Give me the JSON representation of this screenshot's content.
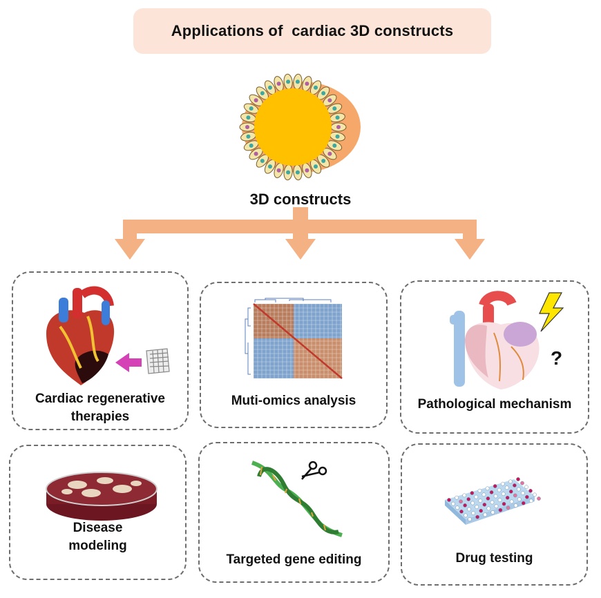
{
  "title": "Applications of  cardiac 3D constructs",
  "center_label": "3D constructs",
  "applications": [
    {
      "label_lines": [
        "Cardiac regenerative",
        "therapies"
      ],
      "icon": "heart-patch-icon"
    },
    {
      "label_lines": [
        "Muti-omics analysis"
      ],
      "icon": "heatmap-icon"
    },
    {
      "label_lines": [
        "Pathological mechanism"
      ],
      "icon": "diseased-heart-icon"
    },
    {
      "label_lines": [
        "Disease",
        "modeling"
      ],
      "icon": "petri-dish-icon"
    },
    {
      "label_lines": [
        "Targeted gene editing"
      ],
      "icon": "dna-scissors-icon"
    },
    {
      "label_lines": [
        "Drug testing"
      ],
      "icon": "well-plate-icon"
    }
  ],
  "colors": {
    "title_bg": "#fce5d8",
    "arrow": "#f4b183",
    "construct_core": "#ffc000",
    "dashed_border": "#6d6d6d"
  }
}
